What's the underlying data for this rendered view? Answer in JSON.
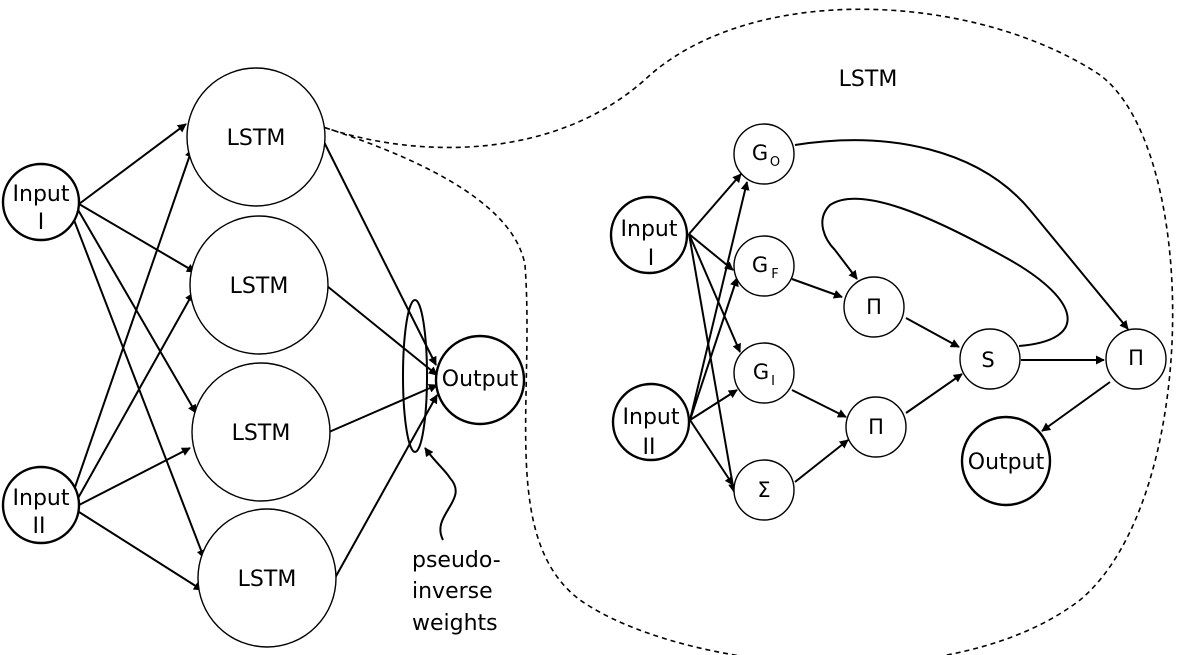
{
  "left_network": {
    "input1": [
      "Input",
      "I"
    ],
    "input2": [
      "Input",
      "II"
    ],
    "lstm_labels": [
      "LSTM",
      "LSTM",
      "LSTM",
      "LSTM"
    ],
    "output": "Output",
    "annotation": [
      "pseudo-",
      "inverse",
      "weights"
    ]
  },
  "lstm_detail": {
    "title": "LSTM",
    "input1": [
      "Input",
      "I"
    ],
    "input2": [
      "Input",
      "II"
    ],
    "gate_output": {
      "main": "G",
      "sub": "O"
    },
    "gate_forget": {
      "main": "G",
      "sub": "F"
    },
    "gate_input": {
      "main": "G",
      "sub": "I"
    },
    "sum": "Σ",
    "product_forget": "Π",
    "product_input": "Π",
    "state": "S",
    "product_output": "Π",
    "output": "Output"
  }
}
